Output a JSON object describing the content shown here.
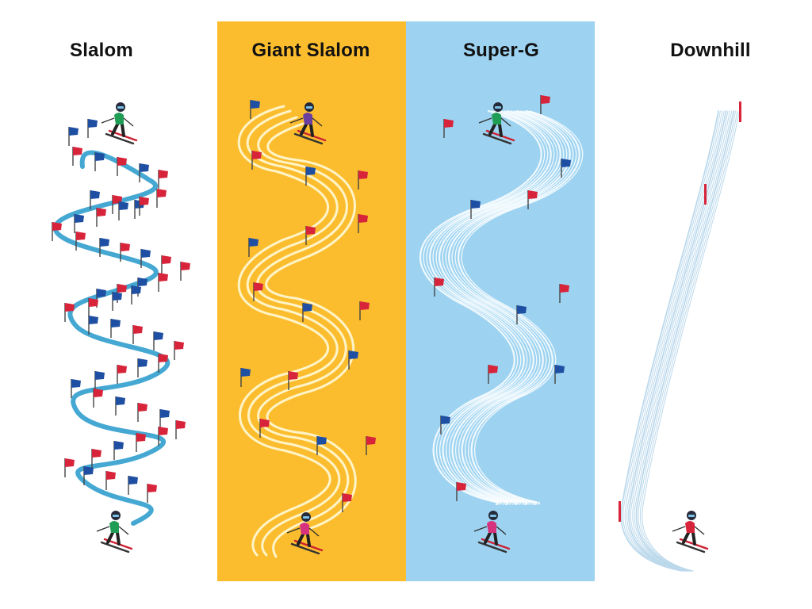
{
  "figure": {
    "panels": [
      {
        "id": "slalom",
        "title": "Slalom",
        "background": "#ffffff",
        "course_color": "#45a8d3",
        "skiers": 2
      },
      {
        "id": "giant-slalom",
        "title": "Giant Slalom",
        "background": "#fbbd2e",
        "course_color": "#fff4c8",
        "skiers": 2
      },
      {
        "id": "super-g",
        "title": "Super-G",
        "background": "#9dd3f1",
        "course_color": "#ffffff",
        "skiers": 2
      },
      {
        "id": "downhill",
        "title": "Downhill",
        "background": "#ffffff",
        "course_color": "#bcd9ec",
        "skiers": 1
      }
    ],
    "colors": {
      "flag_blue": "#1f4fa3",
      "flag_red": "#d8243b",
      "jacket_green": "#1f9d55",
      "jacket_purple": "#6b3fa0",
      "jacket_pink": "#d7327d",
      "jacket_red": "#d8243b"
    },
    "icons": [
      "gate-flag-icon",
      "skier-icon"
    ]
  }
}
